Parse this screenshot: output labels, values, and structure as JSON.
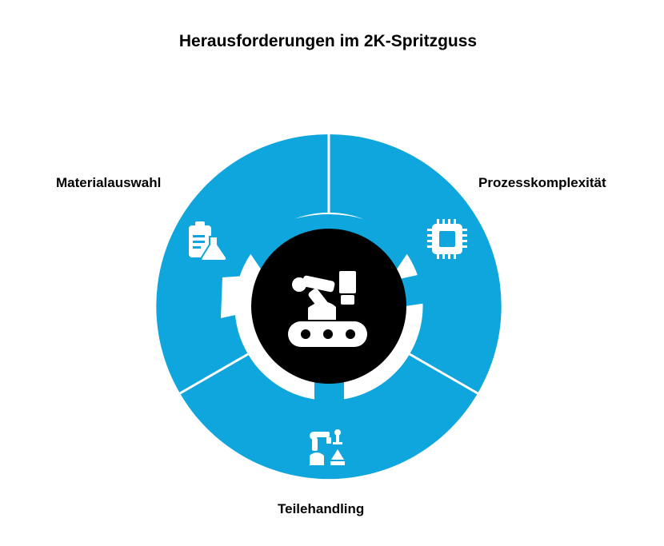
{
  "title": "Herausforderungen im 2K-Spritzguss",
  "segments": [
    {
      "label": "Materialauswahl",
      "icon": "clipboard-flask-icon"
    },
    {
      "label": "Prozesskomplexität",
      "icon": "microchip-icon"
    },
    {
      "label": "Teilehandling",
      "icon": "robot-arm-parts-icon"
    }
  ],
  "center": {
    "icon": "industrial-robot-conveyor-icon"
  },
  "colors": {
    "ring": "#0fa5dd",
    "center": "#000000",
    "icon": "#ffffff",
    "text": "#000000"
  }
}
